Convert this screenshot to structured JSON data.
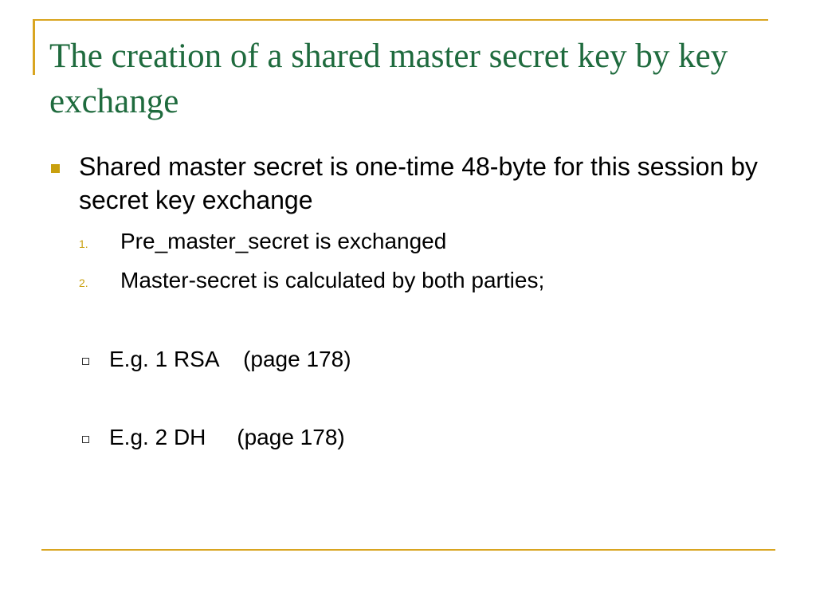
{
  "slide": {
    "title": "The creation of a shared master secret key by key exchange",
    "colors": {
      "title": "#1f6b3e",
      "accent": "#c9a00e",
      "rule": "#d9a520"
    },
    "bullet": {
      "icon": "filled-square-bullet-icon",
      "text": "Shared master secret is one-time 48-byte for this session by secret key exchange"
    },
    "steps": [
      {
        "number": "1.",
        "text": "Pre_master_secret is exchanged"
      },
      {
        "number": "2.",
        "text": "Master-secret is calculated by both parties;"
      }
    ],
    "examples": [
      {
        "icon": "hollow-square-bullet-icon",
        "text": "E.g. 1 RSA    (page 178)"
      },
      {
        "icon": "hollow-square-bullet-icon",
        "text": "E.g. 2 DH     (page 178)"
      }
    ]
  }
}
